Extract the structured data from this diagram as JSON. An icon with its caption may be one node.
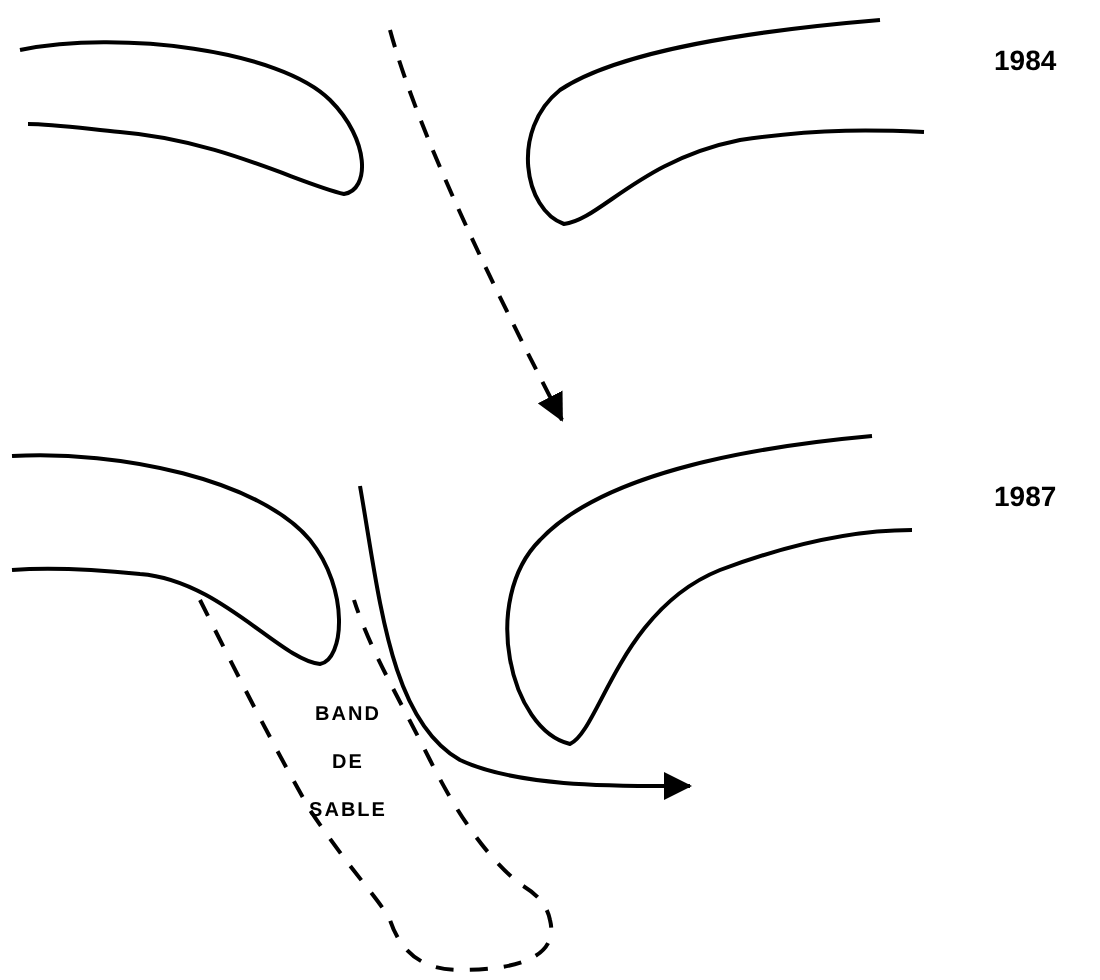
{
  "diagram": {
    "nodes": [
      {
        "text": [
          "BAND DE SABLE"
        ]
      }
    ],
    "labels": [
      "1984",
      "1987"
    ]
  }
}
